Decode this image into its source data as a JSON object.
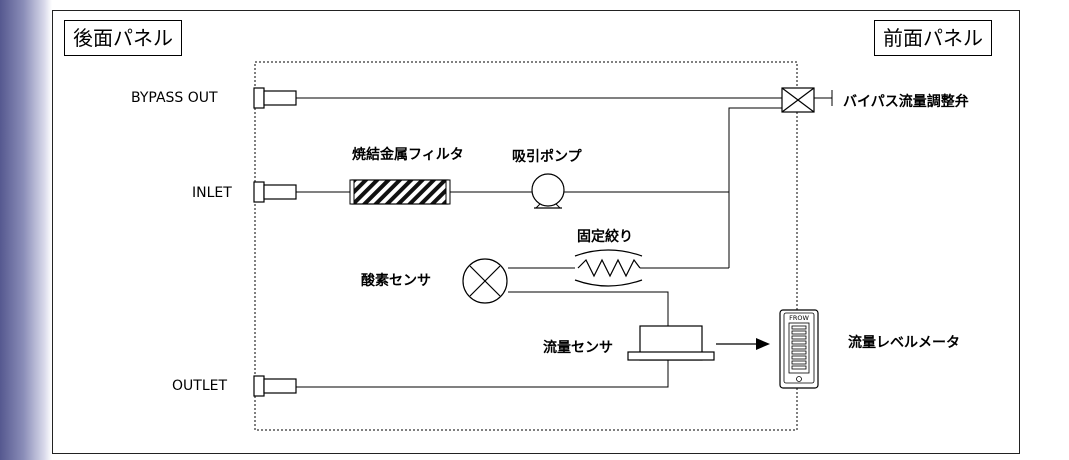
{
  "panels": {
    "rear": "後面パネル",
    "front": "前面パネル"
  },
  "ports": {
    "bypass_out": "BYPASS OUT",
    "inlet": "INLET",
    "outlet": "OUTLET"
  },
  "components": {
    "sintered_filter": "焼結金属フィルタ",
    "suction_pump": "吸引ポンプ",
    "fixed_restrictor": "固定絞り",
    "oxygen_sensor": "酸素センサ",
    "flow_sensor": "流量センサ",
    "bypass_valve": "バイパス流量調整弁",
    "flow_meter": "流量レベルメータ",
    "flow_meter_tag": "FROW"
  }
}
